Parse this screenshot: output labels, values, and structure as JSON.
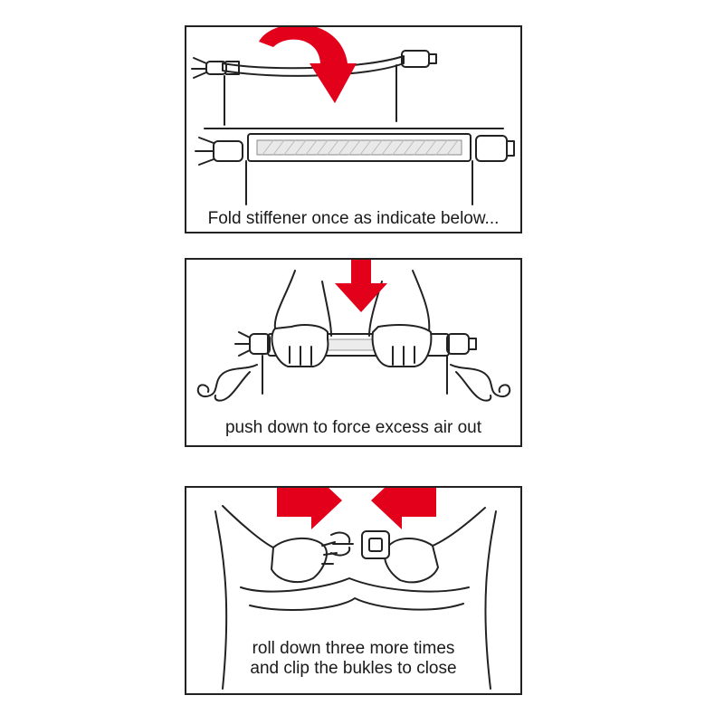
{
  "panels": [
    {
      "caption": "Fold stiffener once as indicate below..."
    },
    {
      "caption": "push down to force excess air out"
    },
    {
      "caption_lines": [
        "roll down three more times",
        "and clip the bukles to close"
      ]
    }
  ],
  "colors": {
    "arrow": "#e3001b",
    "stroke": "#222222",
    "background": "#ffffff"
  },
  "icons": [
    "fold-arrow-icon",
    "down-arrow-icon",
    "converge-arrows-icon"
  ]
}
